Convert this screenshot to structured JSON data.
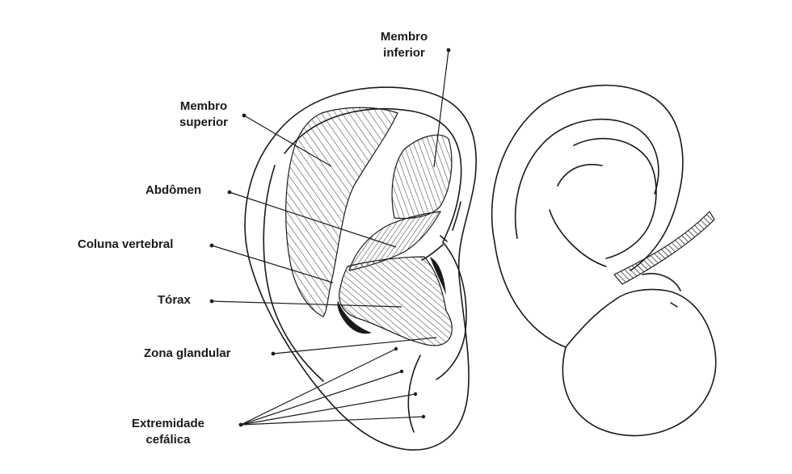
{
  "labels": {
    "membro_inferior": [
      "Membro",
      "inferior"
    ],
    "membro_superior": [
      "Membro",
      "superior"
    ],
    "abdomen": "Abdômen",
    "coluna": "Coluna vertebral",
    "torax": "Tórax",
    "zona": "Zona glandular",
    "extremidade": [
      "Extremidade",
      "cefálica"
    ]
  },
  "colors": {
    "ink": "#1a1a1a",
    "background": "#ffffff"
  }
}
